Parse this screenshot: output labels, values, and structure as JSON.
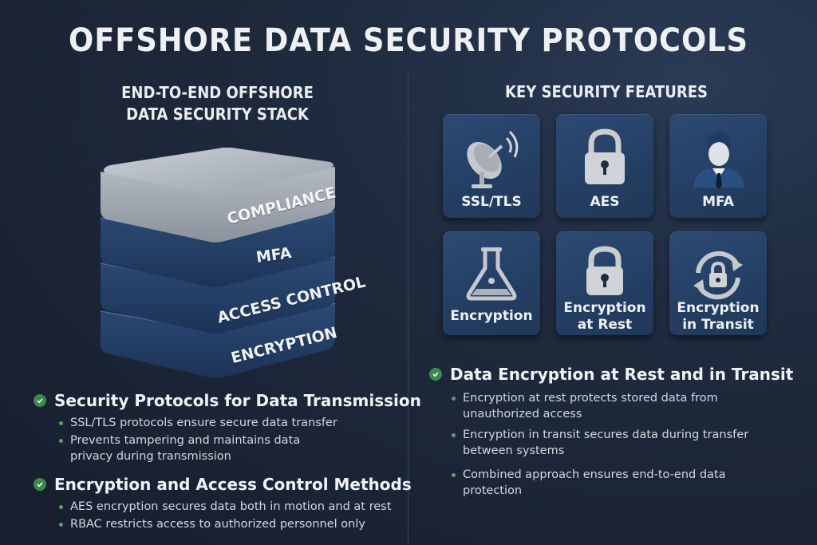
{
  "title": "OFFSHORE DATA SECURITY PROTOCOLS",
  "left": {
    "heading_line1": "END-TO-END OFFSHORE",
    "heading_line2": "DATA SECURITY STACK",
    "stack_layers": [
      "COMPLIANCE",
      "MFA",
      "ACCESS CONTROL",
      "ENCRYPTION"
    ],
    "sections": [
      {
        "title": "Security Protocols for Data Transmission",
        "bullets": [
          "SSL/TLS protocols ensure secure data transfer",
          "Prevents tampering and maintains data privacy during transmission"
        ]
      },
      {
        "title": "Encryption and Access Control Methods",
        "bullets": [
          "AES encryption secures data both in motion and at rest",
          "RBAC restricts access to authorized personnel only"
        ]
      }
    ]
  },
  "right": {
    "heading": "KEY SECURITY FEATURES",
    "tiles": [
      {
        "label": "SSL/TLS",
        "icon": "satellite-dish-icon"
      },
      {
        "label": "AES",
        "icon": "padlock-icon"
      },
      {
        "label": "MFA",
        "icon": "user-icon"
      },
      {
        "label": "Encryption",
        "icon": "flask-icon"
      },
      {
        "label_line1": "Encryption",
        "label_line2": "at Rest",
        "icon": "padlock-icon"
      },
      {
        "label_line1": "Encryption",
        "label_line2": "in Transit",
        "icon": "sync-lock-icon"
      }
    ],
    "section": {
      "title": "Data Encryption at Rest and in Transit",
      "bullets": [
        "Encryption at rest protects stored data from unauthorized access",
        "Encryption in transit secures data during transfer between systems",
        "Combined approach ensures end-to-end data protection"
      ]
    }
  },
  "colors": {
    "background": "#1c2638",
    "tile": "#284469",
    "stack_blue": "#26416a",
    "stack_silver": "#a9b0b8",
    "check_green": "#3d8a4e"
  }
}
